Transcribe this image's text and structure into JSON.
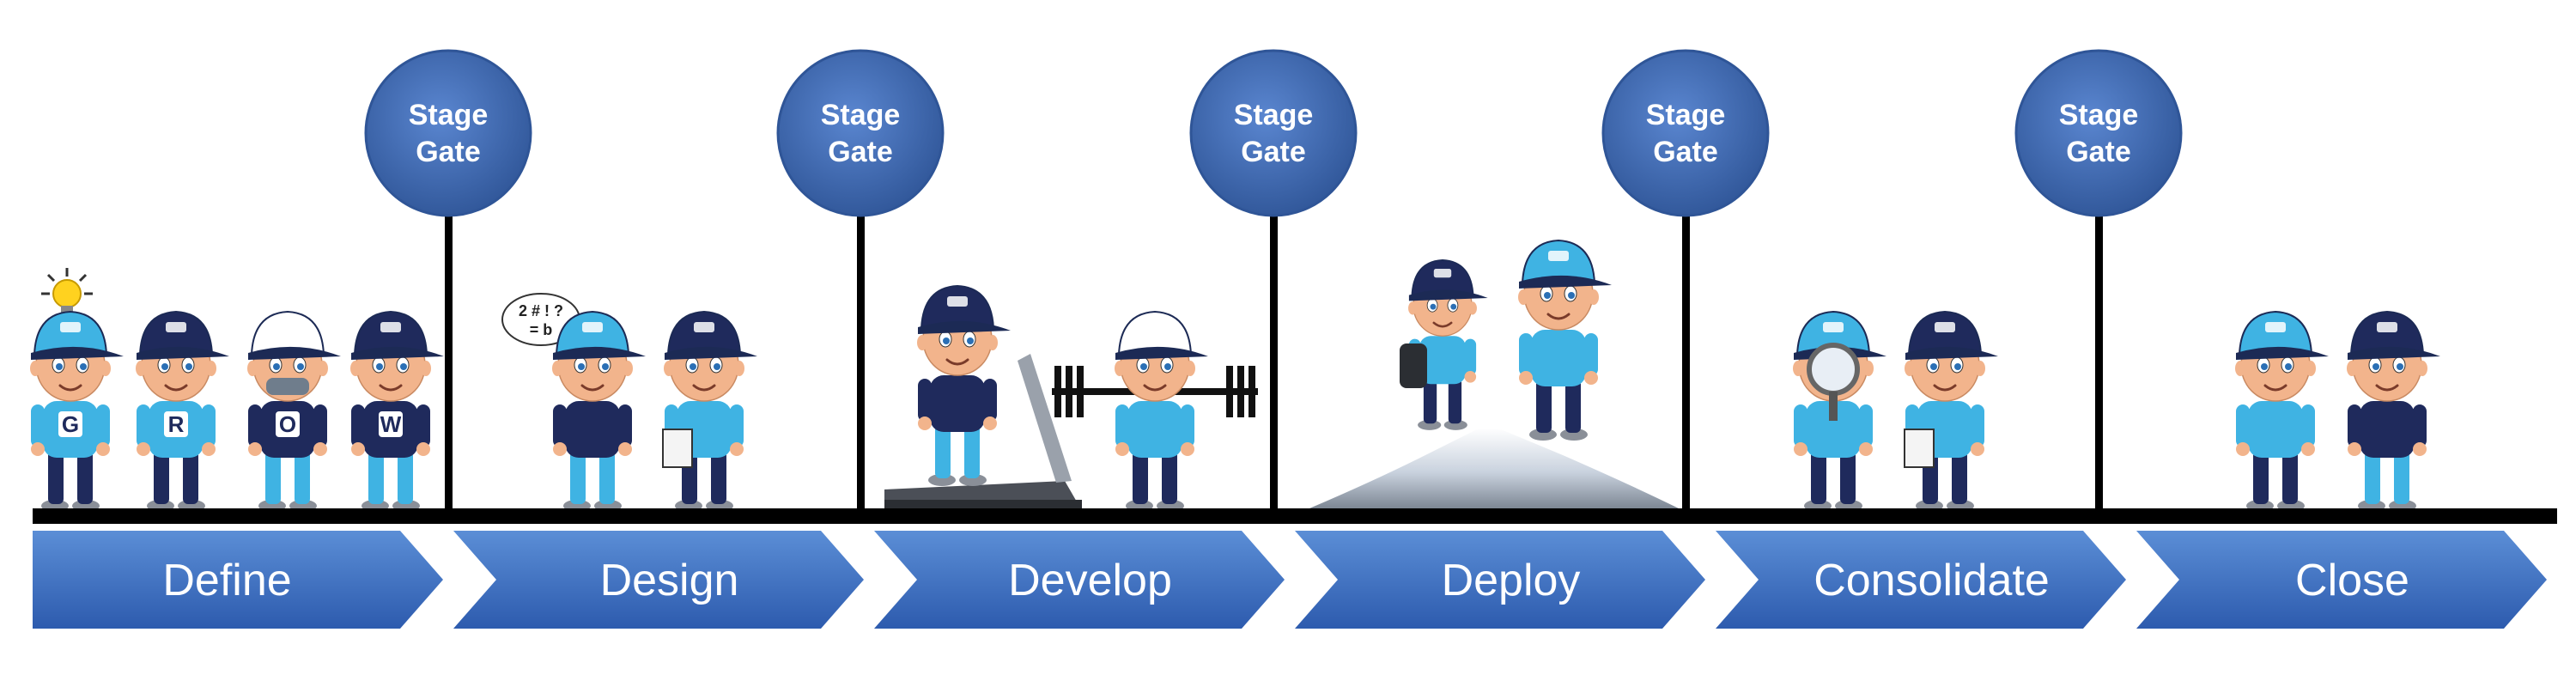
{
  "stage_gates": [
    {
      "line1": "Stage",
      "line2": "Gate"
    },
    {
      "line1": "Stage",
      "line2": "Gate"
    },
    {
      "line1": "Stage",
      "line2": "Gate"
    },
    {
      "line1": "Stage",
      "line2": "Gate"
    },
    {
      "line1": "Stage",
      "line2": "Gate"
    }
  ],
  "phases": [
    {
      "label": "Define"
    },
    {
      "label": "Design"
    },
    {
      "label": "Develop"
    },
    {
      "label": "Deploy"
    },
    {
      "label": "Consolidate"
    },
    {
      "label": "Close"
    }
  ],
  "shirt_letters": [
    "G",
    "R",
    "O",
    "W"
  ],
  "thought_bubble": {
    "line1": "2 # ! ?",
    "line2": "= b"
  },
  "colors": {
    "gate": "#4472C4",
    "gate_dark": "#2F5597",
    "arrow_light": "#5B8ED6",
    "arrow_dark": "#2D5BAE",
    "line": "#000000",
    "cap_light": "#3FB3E3",
    "cap_navy": "#1F2A5C",
    "shirt_light": "#3FB3E3",
    "shirt_navy": "#1F2A5C",
    "skin": "#F2B48C",
    "bulb": "#FFD21F",
    "mountain": "#9FA9B6"
  }
}
